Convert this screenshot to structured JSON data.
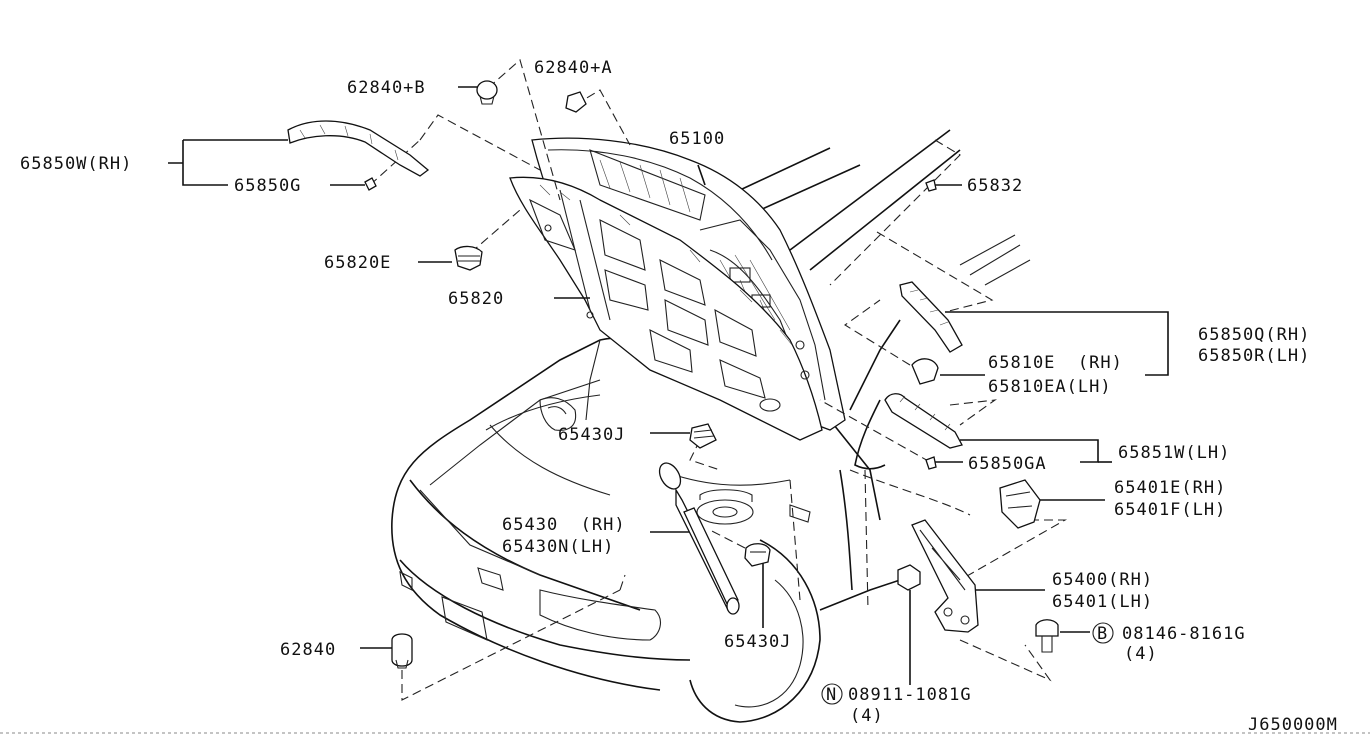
{
  "diagram_id": "J650000M",
  "colors": {
    "ink": "#111111",
    "paper": "#ffffff"
  },
  "callouts": {
    "c62840B": "62840+B",
    "c62840A": "62840+A",
    "c65100": "65100",
    "c65850W": "65850W(RH)",
    "c65850G": "65850G",
    "c65832": "65832",
    "c65820E": "65820E",
    "c65820": "65820",
    "c65850Q": "65850Q(RH)",
    "c65850R": "65850R(LH)",
    "c65810E": "65810E  (RH)",
    "c65810EA": "65810EA(LH)",
    "c65430J_top": "65430J",
    "c65850GA": "65850GA",
    "c65851W": "65851W(LH)",
    "c65401E": "65401E(RH)",
    "c65401F": "65401F(LH)",
    "c65430": "65430  (RH)",
    "c65430N": "65430N(LH)",
    "c65400": "65400(RH)",
    "c65401": "65401(LH)",
    "c62840": "62840",
    "c65430J_bot": "65430J",
    "c08146": "08146-8161G",
    "c08146q": "(4)",
    "c08911": "08911-1081G",
    "c08911q": "(4)"
  },
  "symbols": {
    "bolt": "B",
    "nut": "N"
  }
}
